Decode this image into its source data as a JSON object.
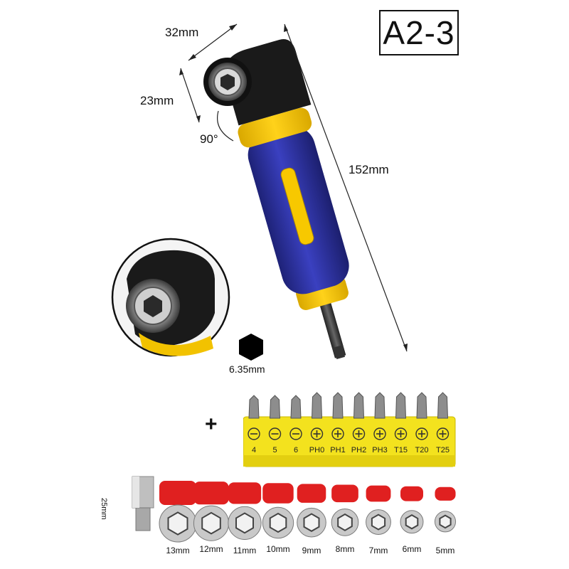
{
  "product": {
    "model_badge": "A2-3",
    "dimensions": {
      "head_width": "32mm",
      "head_height": "23mm",
      "angle": "90°",
      "total_length": "152mm",
      "hex_shank": "6.35mm"
    },
    "plus_sign": "+",
    "bits": [
      "4",
      "5",
      "6",
      "PH0",
      "PH1",
      "PH2",
      "PH3",
      "T15",
      "T20",
      "T25"
    ],
    "adapter_length": "25mm",
    "sockets": [
      "13mm",
      "12mm",
      "11mm",
      "10mm",
      "9mm",
      "8mm",
      "7mm",
      "6mm",
      "5mm"
    ],
    "colors": {
      "handle_blue": "#2b2f9e",
      "accent_yellow": "#f2c200",
      "head_black": "#1a1a1a",
      "socket_red": "#e02020",
      "bit_holder_yellow": "#f3e21e"
    }
  }
}
